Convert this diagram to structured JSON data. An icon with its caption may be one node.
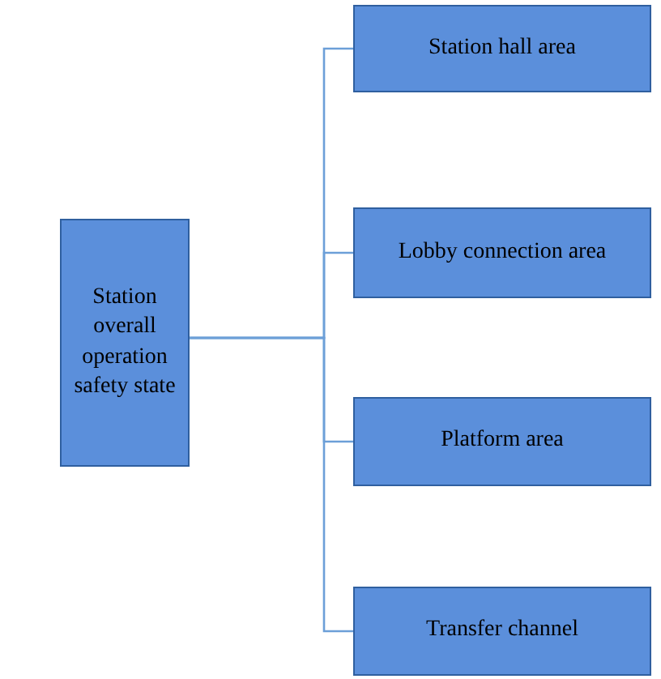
{
  "diagram": {
    "nodes": [
      {
        "text": [
          "Station overall operation safety state"
        ]
      },
      {
        "text": [
          "Station hall area"
        ]
      },
      {
        "text": [
          "Lobby connection area"
        ]
      },
      {
        "text": [
          "Platform area"
        ]
      },
      {
        "text": [
          "Transfer channel"
        ]
      }
    ],
    "edges": [
      {
        "from": 0,
        "to": 1,
        "arrow": "none"
      },
      {
        "from": 0,
        "to": 2,
        "arrow": "none"
      },
      {
        "from": 0,
        "to": 3,
        "arrow": "none"
      },
      {
        "from": 0,
        "to": 4,
        "arrow": "none"
      }
    ]
  }
}
